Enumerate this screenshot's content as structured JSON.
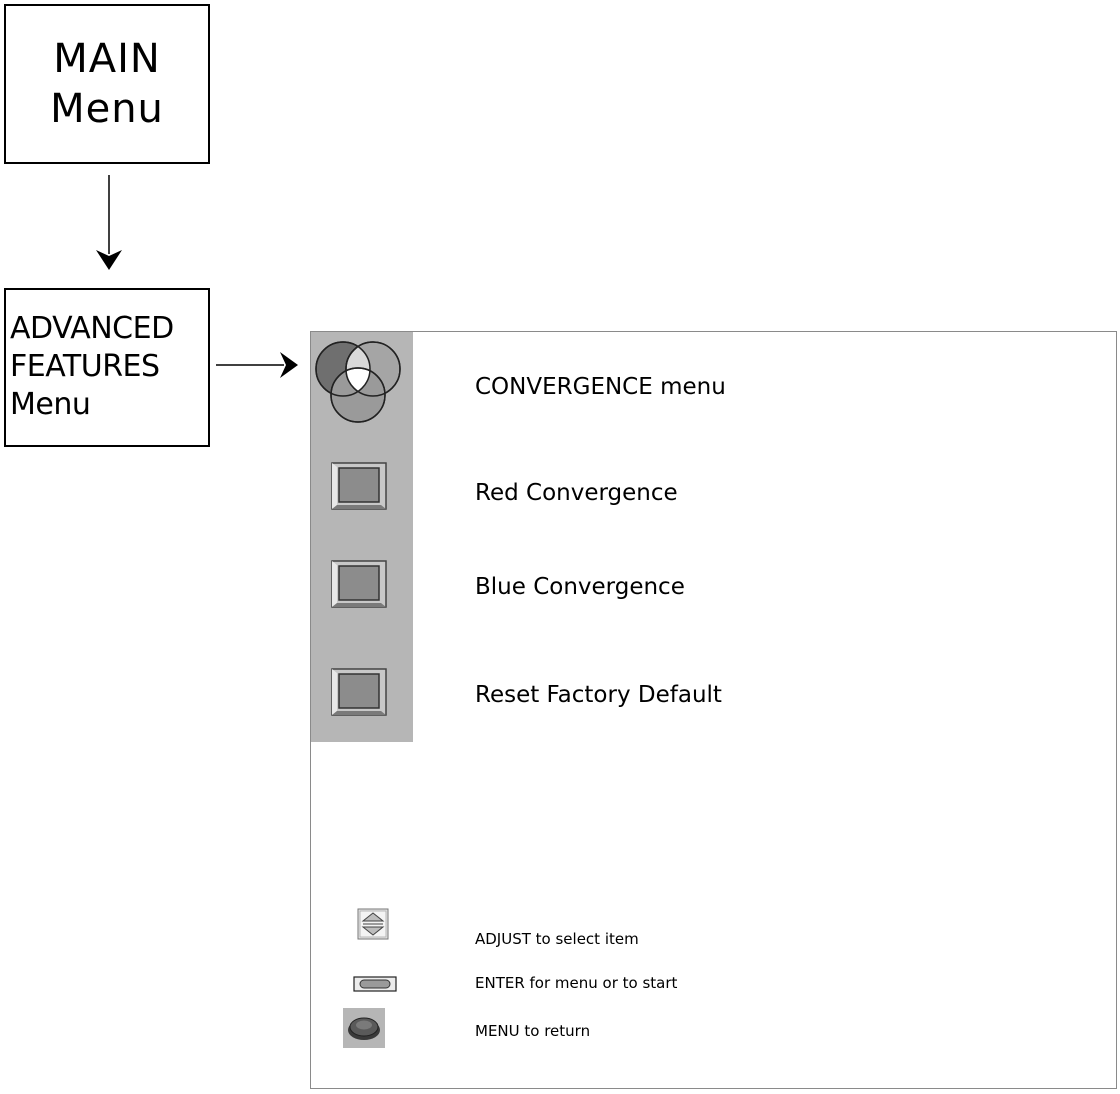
{
  "diagram": {
    "main_box": {
      "title": "MAIN\nMenu"
    },
    "advanced_box": {
      "title": "ADVANCED\nFEATURES\nMenu"
    }
  },
  "osd": {
    "menu_items": [
      {
        "label": "CONVERGENCE menu",
        "icon": "convergence-circles-icon"
      },
      {
        "label": "Red Convergence",
        "icon": "square-button-icon"
      },
      {
        "label": "Blue Convergence",
        "icon": "square-button-icon"
      },
      {
        "label": "Reset Factory Default",
        "icon": "square-button-icon"
      }
    ],
    "hints": [
      {
        "label": "ADJUST to select item",
        "icon": "adjust-arrows-icon"
      },
      {
        "label": "ENTER for menu or to start",
        "icon": "enter-button-icon"
      },
      {
        "label": "MENU to return",
        "icon": "menu-button-icon"
      }
    ],
    "colors": {
      "icon_column": "#b6b6b6",
      "border": "#8a8a8a"
    }
  }
}
